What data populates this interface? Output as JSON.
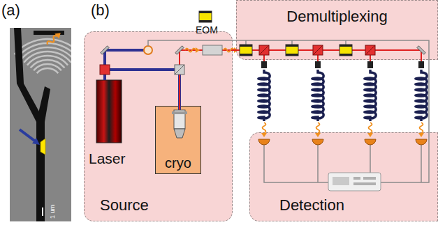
{
  "diagram": {
    "nodes": [
      {
        "text": [
          "Source"
        ]
      },
      {
        "text": [
          "cryo"
        ],
        "in": 0
      },
      {
        "text": [
          "Demultiplexing"
        ]
      },
      {
        "text": [
          "Detection"
        ]
      }
    ],
    "edges": [
      {
        "from": 0,
        "to": 2,
        "arrow": "none"
      },
      {
        "from": 2,
        "to": 3,
        "arrow": "none"
      }
    ],
    "labels": [
      "(a)",
      "(b)",
      "EOM",
      "Laser",
      "1 um"
    ]
  }
}
